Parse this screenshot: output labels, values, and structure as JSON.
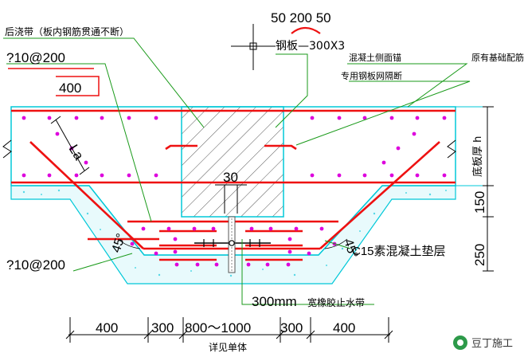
{
  "labels": {
    "post_pour_strip": "后浇带（板内钢筋贯通不断）",
    "rebar_top_left": "?10@200",
    "len_400_top": "400",
    "steel_plate_dims_top": "50 200 50",
    "steel_plate": "钢板—300X3",
    "concrete_side_anchor": "混凝土侧面锚",
    "steel_mesh_partition": "专用钢板网隔断",
    "original_foundation_rebar": "原有基础配筋",
    "la": "La",
    "slab_thickness": "底板厚 h",
    "dim_150": "150",
    "dim_250": "250",
    "gap_30": "30",
    "rebar_bottom_left": "?10@200",
    "angle_left": "45°",
    "angle_right": "45°",
    "c15_cushion": "C15素混凝土垫层",
    "waterstop_size": "300mm",
    "waterstop_desc": "宽橡胶止水带",
    "bottom_dims": [
      "400",
      "300",
      "800～1000",
      "300",
      "400"
    ],
    "see_detail": "详见单体",
    "watermark": "豆丁施工"
  },
  "colors": {
    "rebar": "#ee1111",
    "dot": "#dd00dd",
    "outline": "#00c8d8",
    "leader": "#1a9a1a",
    "cushion": "#55d8e6",
    "hatch": "#555555",
    "dimension": "#000000"
  }
}
